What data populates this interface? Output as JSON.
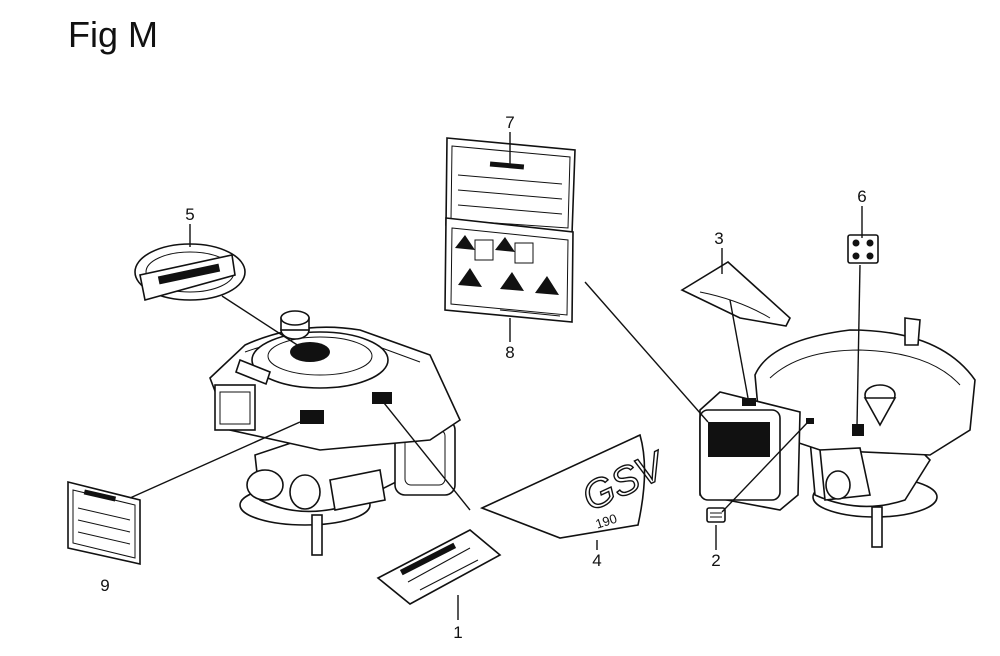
{
  "figure": {
    "title": "Fig M"
  },
  "callouts": [
    {
      "id": "1",
      "label": "1"
    },
    {
      "id": "2",
      "label": "2"
    },
    {
      "id": "3",
      "label": "3"
    },
    {
      "id": "4",
      "label": "4"
    },
    {
      "id": "5",
      "label": "5"
    },
    {
      "id": "6",
      "label": "6"
    },
    {
      "id": "7",
      "label": "7"
    },
    {
      "id": "8",
      "label": "8"
    },
    {
      "id": "9",
      "label": "9"
    }
  ],
  "decal_text": {
    "model": "GSV",
    "displacement": "190"
  }
}
